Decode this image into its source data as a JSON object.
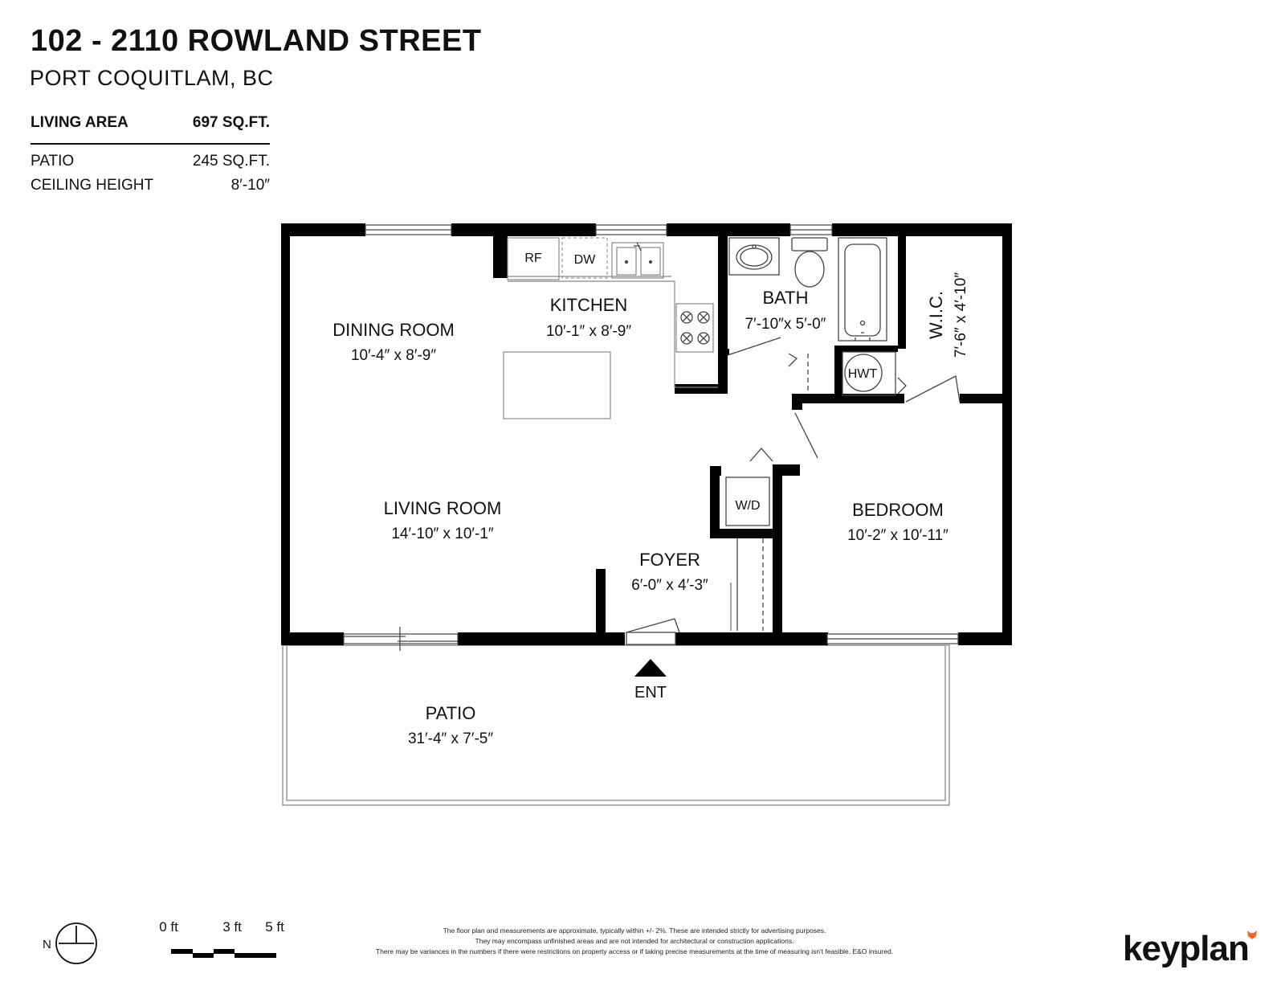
{
  "header": {
    "title": "102 - 2110 ROWLAND STREET",
    "subtitle": "PORT COQUITLAM, BC"
  },
  "stats": {
    "living_label": "LIVING AREA",
    "living_value": "697 SQ.FT.",
    "patio_label": "PATIO",
    "patio_value": "245 SQ.FT.",
    "ceiling_label": "CEILING HEIGHT",
    "ceiling_value": "8′-10″"
  },
  "rooms": {
    "dining": {
      "name": "DINING ROOM",
      "dims": "10′-4″  x   8′-9″"
    },
    "kitchen": {
      "name": "KITCHEN",
      "dims": "10′-1″   x   8′-9″"
    },
    "bath": {
      "name": "BATH",
      "dims": "7′-10″x 5′-0″"
    },
    "wic": {
      "name": "W.I.C.",
      "dims": "7′-6″  x  4′-10″"
    },
    "living": {
      "name": "LIVING ROOM",
      "dims": "14′-10″  x   10′-1″"
    },
    "bedroom": {
      "name": "BEDROOM",
      "dims": "10′-2″  x   10′-11″"
    },
    "foyer": {
      "name": "FOYER",
      "dims": "6′-0″ x 4′-3″"
    },
    "patio": {
      "name": "PATIO",
      "dims": "31′-4″  x   7′-5″"
    }
  },
  "fixtures": {
    "rf": "RF",
    "dw": "DW",
    "hwt": "HWT",
    "wd": "W/D",
    "ent": "ENT"
  },
  "compass": {
    "north": "N"
  },
  "scale": {
    "t0": "0 ft",
    "t3": "3 ft",
    "t5": "5 ft"
  },
  "disclaimer": {
    "line1": "The floor plan and measurements are approximate, typically within +/- 2%. These are intended strictly for advertising purposes.",
    "line2": "They may encompass unfinished areas and are not intended for architectural or construction applications.",
    "line3": "There may be variances in the numbers if there were restrictions on property access or if taking precise measurements at the time of measuring isn't feasible. E&O insured."
  },
  "brand": {
    "name": "keyplan",
    "accent": "#f26a21"
  }
}
